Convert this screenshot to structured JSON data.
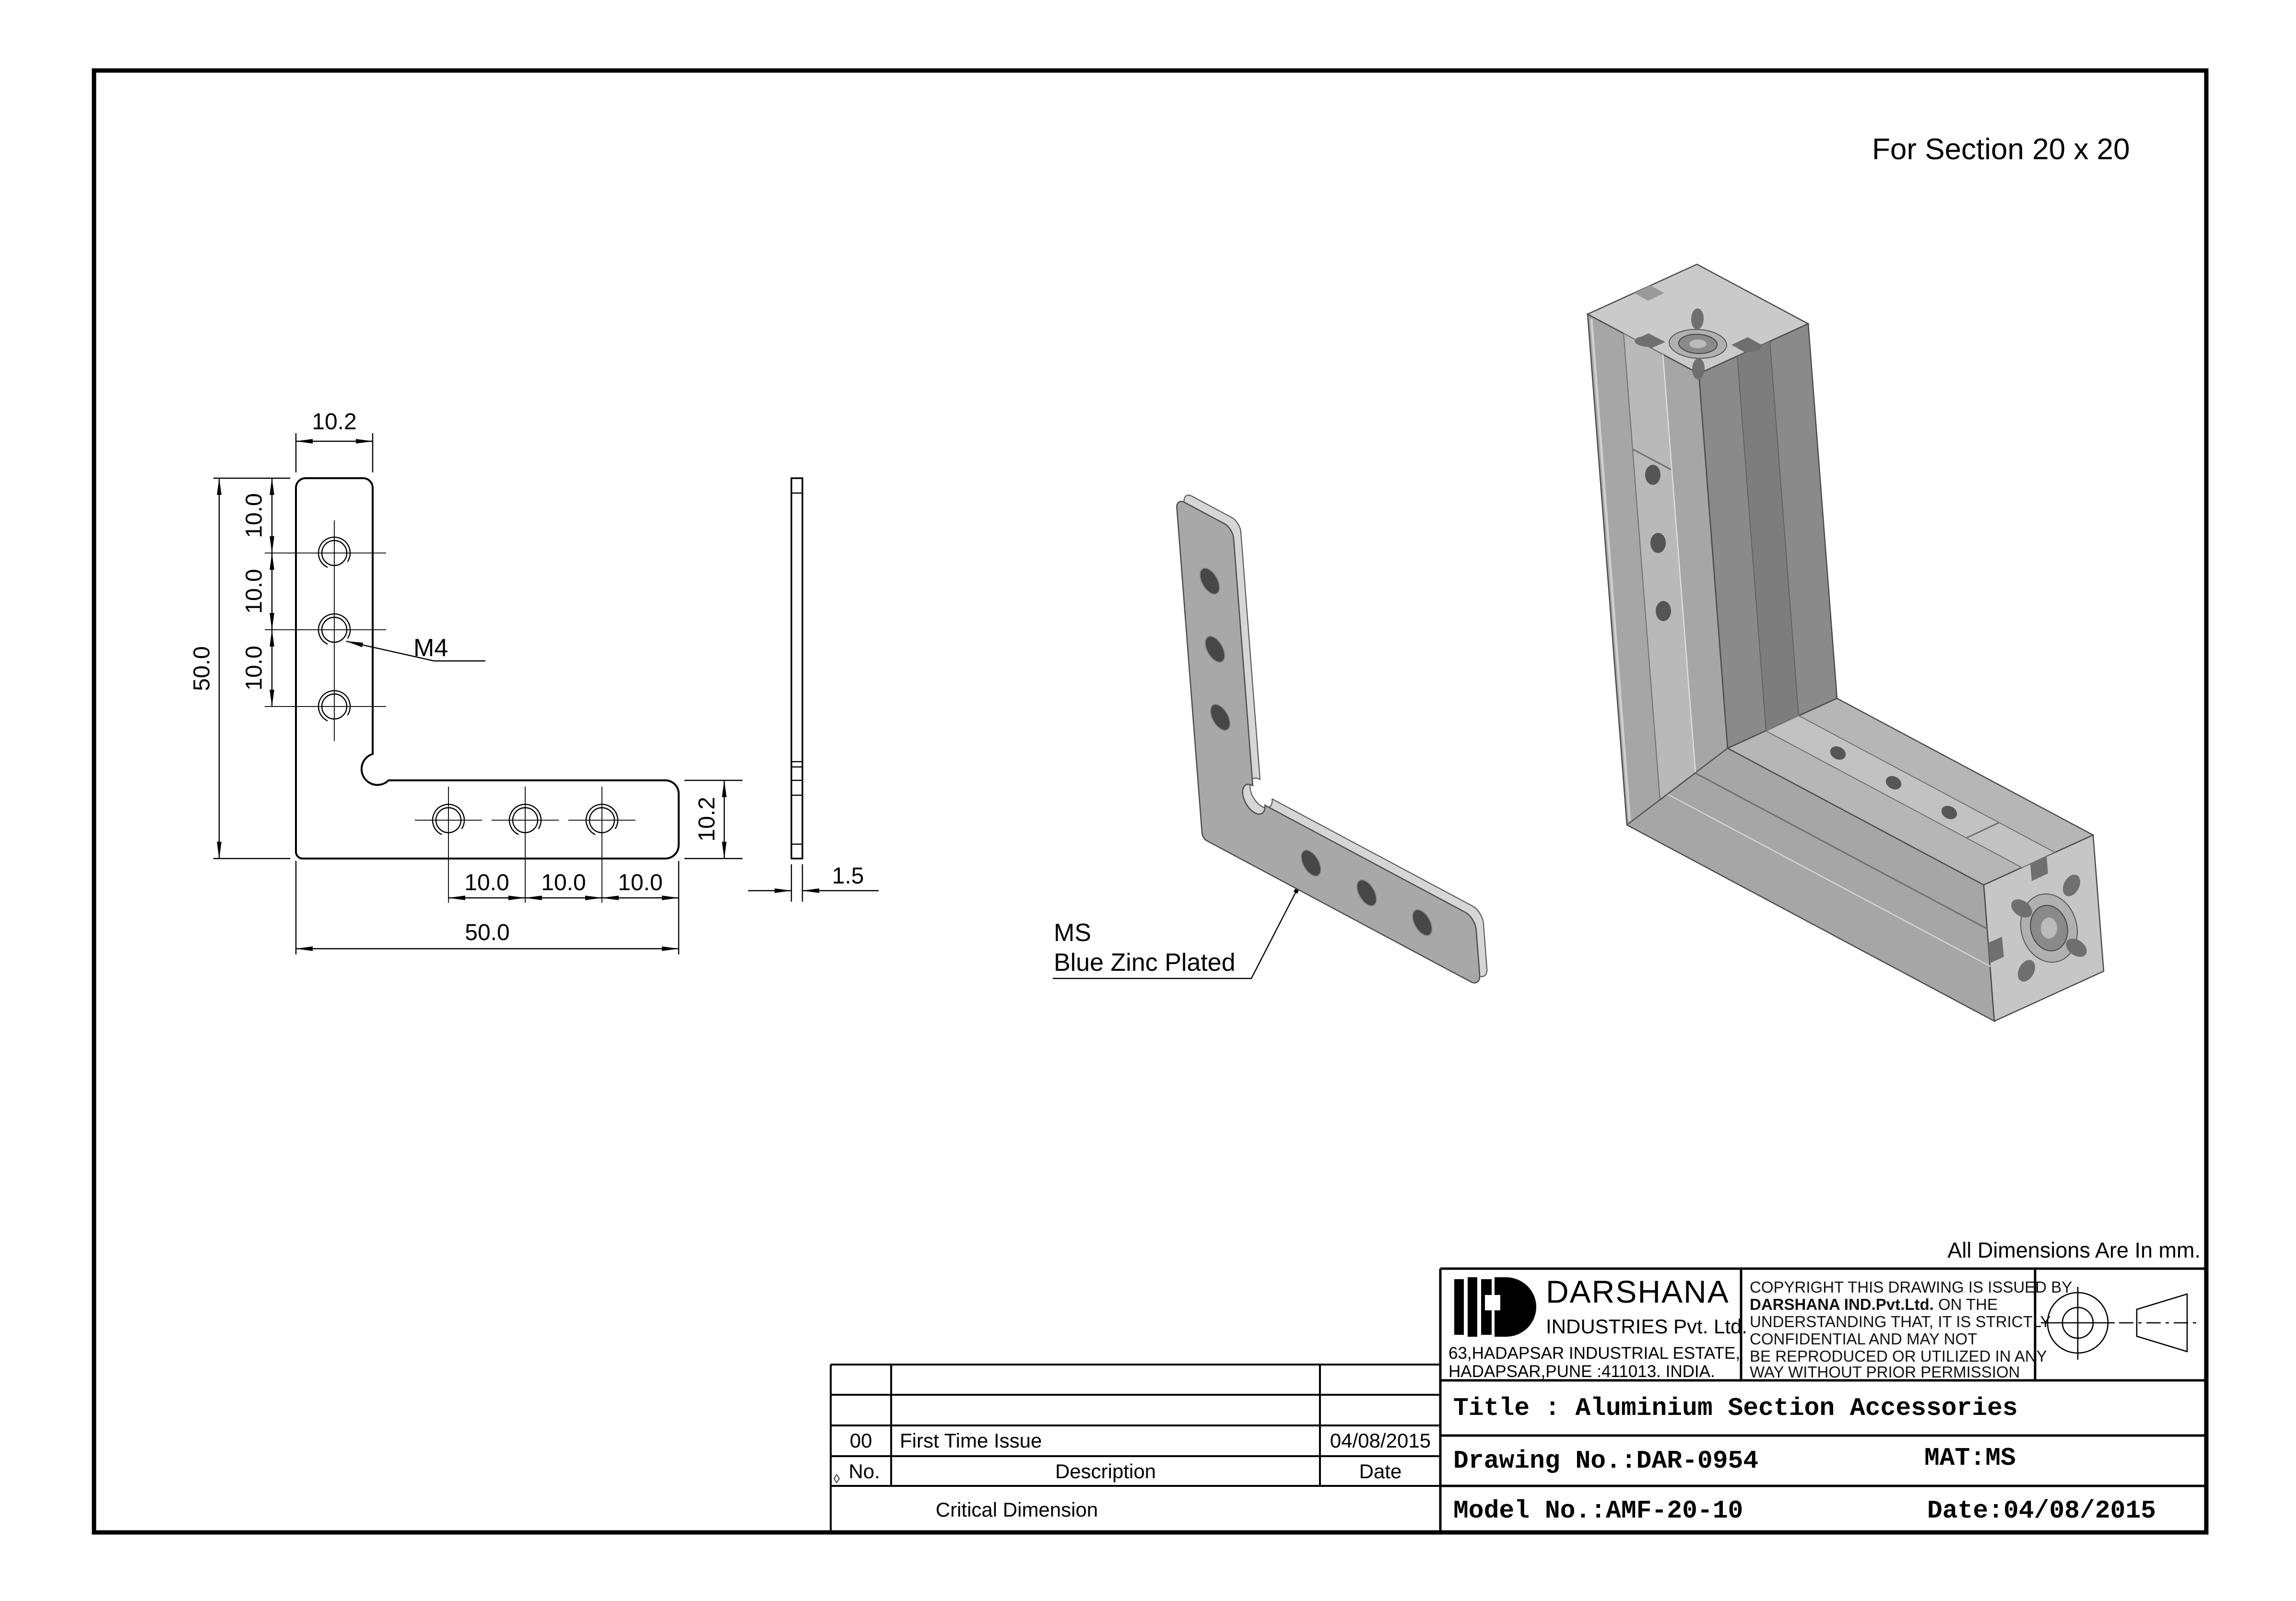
{
  "sheet": {
    "note_top_right": "For Section 20 x 20",
    "units_note": "All Dimensions Are In mm."
  },
  "front_view": {
    "dim_leg_width_top": "10.2",
    "dim_overall_height": "50.0",
    "dim_pitch": "10.0",
    "dim_thread": "M4",
    "dim_leg_width_right": "10.2",
    "dim_overall_width": "50.0"
  },
  "side_view": {
    "dim_thickness": "1.5"
  },
  "material_note": {
    "line1": "MS",
    "line2": "Blue Zinc Plated"
  },
  "title_block": {
    "company_name": "DARSHANA",
    "company_subtitle": "INDUSTRIES Pvt. Ltd.",
    "address_line1": "63,HADAPSAR INDUSTRIAL ESTATE,",
    "address_line2": "HADAPSAR,PUNE :411013. INDIA.",
    "copyright": {
      "line1": "COPYRIGHT THIS DRAWING IS ISSUED BY",
      "line2_bold": "DARSHANA IND.Pvt.Ltd.",
      "line2_rest": " ON THE",
      "line3": "UNDERSTANDING THAT, IT IS STRICTLY",
      "line4": "CONFIDENTIAL AND MAY NOT",
      "line5": "BE REPRODUCED OR UTILIZED IN ANY",
      "line6": "WAY WITHOUT PRIOR PERMISSION"
    },
    "title": "Title : Aluminium Section Accessories",
    "drawing_no": "Drawing No.:DAR-0954",
    "material": "MAT:MS",
    "model_no": "Model No.:AMF-20-10",
    "date": "Date:04/08/2015"
  },
  "revision_table": {
    "rev_no": "00",
    "rev_description": "First Time Issue",
    "rev_date": "04/08/2015",
    "diamond": "◊",
    "header_no": "No.",
    "header_description": "Description",
    "header_date": "Date",
    "footer": "Critical Dimension"
  }
}
